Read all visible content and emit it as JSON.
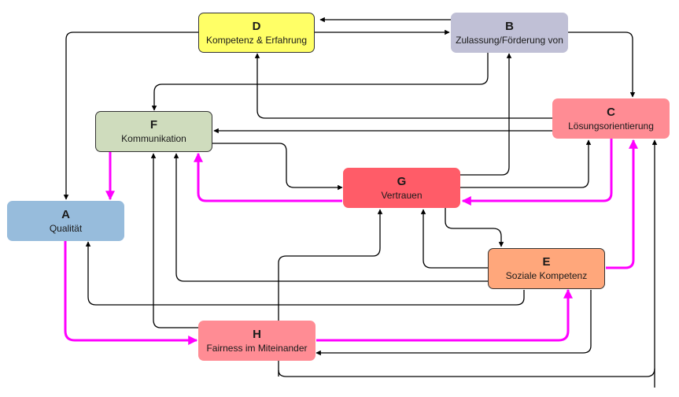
{
  "nodes": {
    "A": {
      "letter": "A",
      "label": "Qualität",
      "color": "#97bcdc"
    },
    "B": {
      "letter": "B",
      "label": "Zulassung/Förderung von",
      "color": "#c0c0d6"
    },
    "C": {
      "letter": "C",
      "label": "Lösungsorientierung",
      "color": "#ff8c94"
    },
    "D": {
      "letter": "D",
      "label": "Kompetenz & Erfahrung",
      "color": "#ffff66"
    },
    "E": {
      "letter": "E",
      "label": "Soziale Kompetenz",
      "color": "#ffa77b"
    },
    "F": {
      "letter": "F",
      "label": "Kommunikation",
      "color": "#cfdcbd"
    },
    "G": {
      "letter": "G",
      "label": "Vertrauen",
      "color": "#ff5c68"
    },
    "H": {
      "letter": "H",
      "label": "Fairness im Miteinander",
      "color": "#ff8c94"
    }
  },
  "edge_colors": {
    "normal": "#000000",
    "highlight": "#ff00ff"
  },
  "edges": [
    {
      "from": "B",
      "to": "D",
      "style": "normal"
    },
    {
      "from": "D",
      "to": "B",
      "style": "normal"
    },
    {
      "from": "D",
      "to": "A",
      "style": "normal"
    },
    {
      "from": "B",
      "to": "C",
      "style": "normal"
    },
    {
      "from": "B",
      "to": "F",
      "style": "normal"
    },
    {
      "from": "C",
      "to": "D",
      "style": "normal"
    },
    {
      "from": "C",
      "to": "F",
      "style": "normal"
    },
    {
      "from": "F",
      "to": "A",
      "style": "highlight"
    },
    {
      "from": "F",
      "to": "G",
      "style": "normal"
    },
    {
      "from": "G",
      "to": "B",
      "style": "normal"
    },
    {
      "from": "G",
      "to": "C",
      "style": "normal"
    },
    {
      "from": "G",
      "to": "F",
      "style": "highlight"
    },
    {
      "from": "C",
      "to": "G",
      "style": "highlight"
    },
    {
      "from": "G",
      "to": "E",
      "style": "normal"
    },
    {
      "from": "E",
      "to": "G",
      "style": "normal"
    },
    {
      "from": "E",
      "to": "F",
      "style": "normal"
    },
    {
      "from": "E",
      "to": "A",
      "style": "normal"
    },
    {
      "from": "E",
      "to": "C",
      "style": "highlight"
    },
    {
      "from": "E",
      "to": "H",
      "style": "normal"
    },
    {
      "from": "H",
      "to": "F",
      "style": "normal"
    },
    {
      "from": "H",
      "to": "G",
      "style": "normal"
    },
    {
      "from": "H",
      "to": "C",
      "style": "normal"
    },
    {
      "from": "H",
      "to": "E",
      "style": "highlight"
    },
    {
      "from": "A",
      "to": "H",
      "style": "highlight"
    }
  ]
}
